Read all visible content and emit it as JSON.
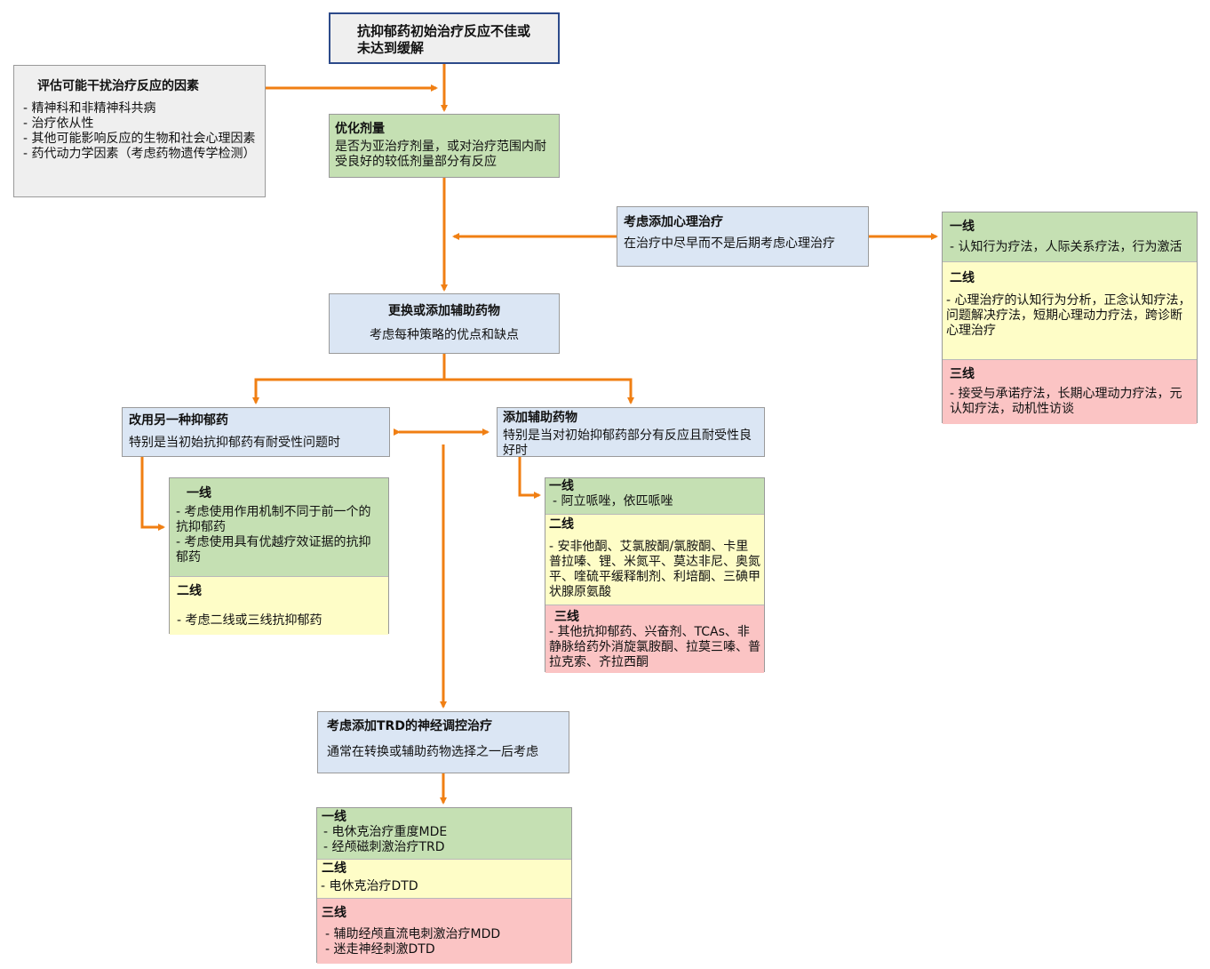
{
  "start": {
    "title_line1": "抗抑郁药初始治疗反应不佳或",
    "title_line2": "未达到缓解"
  },
  "factors": {
    "title": "评估可能干扰治疗反应的因素",
    "items": [
      "- 精神科和非精神科共病",
      "- 治疗依从性",
      "- 其他可能影响反应的生物和社会心理因素",
      "- 药代动力学因素（考虑药物遗传学检测）"
    ]
  },
  "optimize": {
    "title": "优化剂量",
    "body": "是否为亚治疗剂量，或对治疗范围内耐受良好的较低剂量部分有反应"
  },
  "psychotherapy": {
    "title": "考虑添加心理治疗",
    "body": "在治疗中尽早而不是后期考虑心理治疗",
    "line1": {
      "label": "一线",
      "text": "- 认知行为疗法，人际关系疗法，行为激活"
    },
    "line2": {
      "label": "二线",
      "text": "- 心理治疗的认知行为分析，正念认知疗法，问题解决疗法，短期心理动力疗法，跨诊断心理治疗"
    },
    "line3": {
      "label": "三线",
      "text": "- 接受与承诺疗法，长期心理动力疗法，元认知疗法，动机性访谈"
    }
  },
  "switch_or_add": {
    "title": "更换或添加辅助药物",
    "body": "考虑每种策略的优点和缺点"
  },
  "switch": {
    "title": "改用另一种抑郁药",
    "body": "特别是当初始抗抑郁药有耐受性问题时",
    "line1": {
      "label": "一线",
      "items": [
        "- 考虑使用作用机制不同于前一个的抗抑郁药",
        "- 考虑使用具有优越疗效证据的抗抑郁药"
      ]
    },
    "line2": {
      "label": "二线",
      "text": "- 考虑二线或三线抗抑郁药"
    }
  },
  "adjunct": {
    "title": "添加辅助药物",
    "body": "特别是当对初始抑郁药部分有反应且耐受性良好时",
    "line1": {
      "label": "一线",
      "text": "- 阿立哌唑，依匹哌唑"
    },
    "line2": {
      "label": "二线",
      "text": "- 安非他酮、艾氯胺酮/氯胺酮、卡里普拉嗪、锂、米氮平、莫达非尼、奥氮平、喹硫平缓释制剂、利培酮、三碘甲状腺原氨酸"
    },
    "line3": {
      "label": "三线",
      "text": "- 其他抗抑郁药、兴奋剂、TCAs、非静脉给药外消旋氯胺酮、拉莫三嗪、普拉克索、齐拉西酮"
    }
  },
  "neuromod": {
    "title": "考虑添加TRD的神经调控治疗",
    "body": "通常在转换或辅助药物选择之一后考虑",
    "line1": {
      "label": "一线",
      "items": [
        "- 电休克治疗重度MDE",
        "- 经颅磁刺激治疗TRD"
      ]
    },
    "line2": {
      "label": "二线",
      "text": "- 电休克治疗DTD"
    },
    "line3": {
      "label": "三线",
      "items": [
        "- 辅助经颅直流电刺激治疗MDD",
        "- 迷走神经刺激DTD"
      ]
    }
  },
  "colors": {
    "arrow": "#f07f13",
    "start_border": "#2d4a8a",
    "blue": "#dbe6f4",
    "gray": "#efefef",
    "green": "#c5e0b3",
    "yellow": "#fefdc7",
    "red": "#fbc4c4"
  }
}
